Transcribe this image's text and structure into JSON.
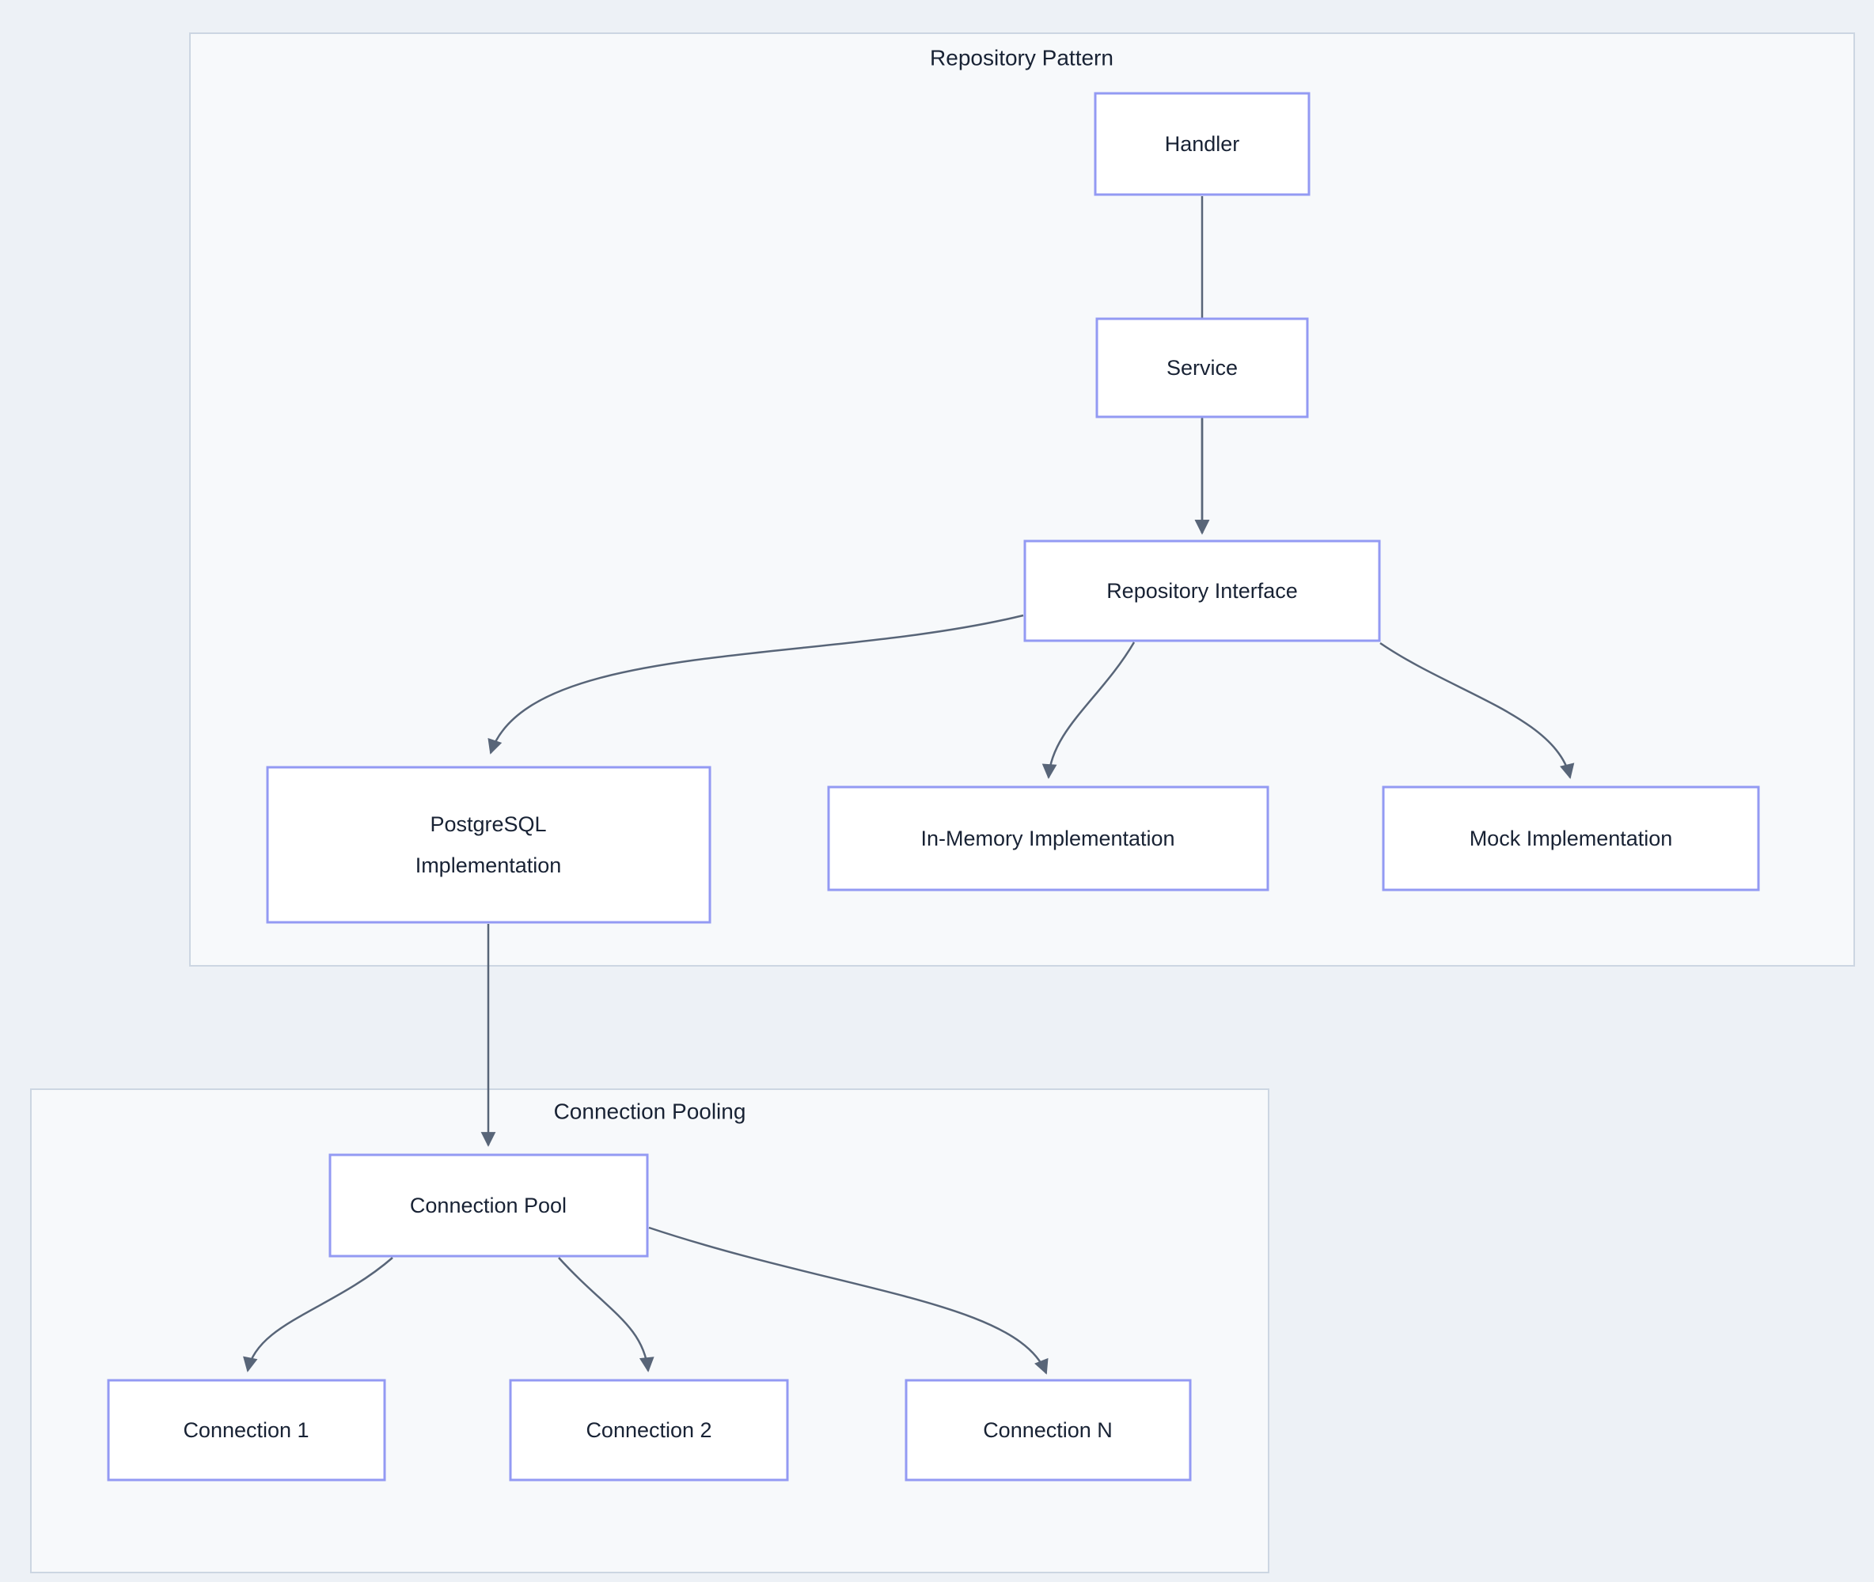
{
  "diagram": {
    "clusters": [
      {
        "id": "repository-pattern",
        "title": "Repository Pattern"
      },
      {
        "id": "connection-pooling",
        "title": "Connection Pooling"
      }
    ],
    "nodes": {
      "handler": {
        "label": "Handler"
      },
      "service": {
        "label": "Service"
      },
      "repo_interface": {
        "label": "Repository Interface"
      },
      "postgres": {
        "line1": "PostgreSQL",
        "line2": "Implementation"
      },
      "inmemory": {
        "label": "In-Memory Implementation"
      },
      "mock": {
        "label": "Mock Implementation"
      },
      "pool": {
        "label": "Connection Pool"
      },
      "conn1": {
        "label": "Connection 1"
      },
      "conn2": {
        "label": "Connection 2"
      },
      "connN": {
        "label": "Connection N"
      }
    },
    "edges": [
      {
        "from": "handler",
        "to": "service"
      },
      {
        "from": "service",
        "to": "repo_interface"
      },
      {
        "from": "repo_interface",
        "to": "postgres"
      },
      {
        "from": "repo_interface",
        "to": "inmemory"
      },
      {
        "from": "repo_interface",
        "to": "mock"
      },
      {
        "from": "postgres",
        "to": "pool"
      },
      {
        "from": "pool",
        "to": "conn1"
      },
      {
        "from": "pool",
        "to": "conn2"
      },
      {
        "from": "pool",
        "to": "connN"
      }
    ],
    "colors": {
      "page_bg": "#edf1f6",
      "cluster_fill": "#f7f9fb",
      "cluster_border": "#ccd6e2",
      "node_fill": "#ffffff",
      "node_border": "#939af3",
      "interface_fill": "#90ee90",
      "pool_fill": "#87ceeb",
      "edge": "#586578",
      "text": "#182234"
    }
  }
}
